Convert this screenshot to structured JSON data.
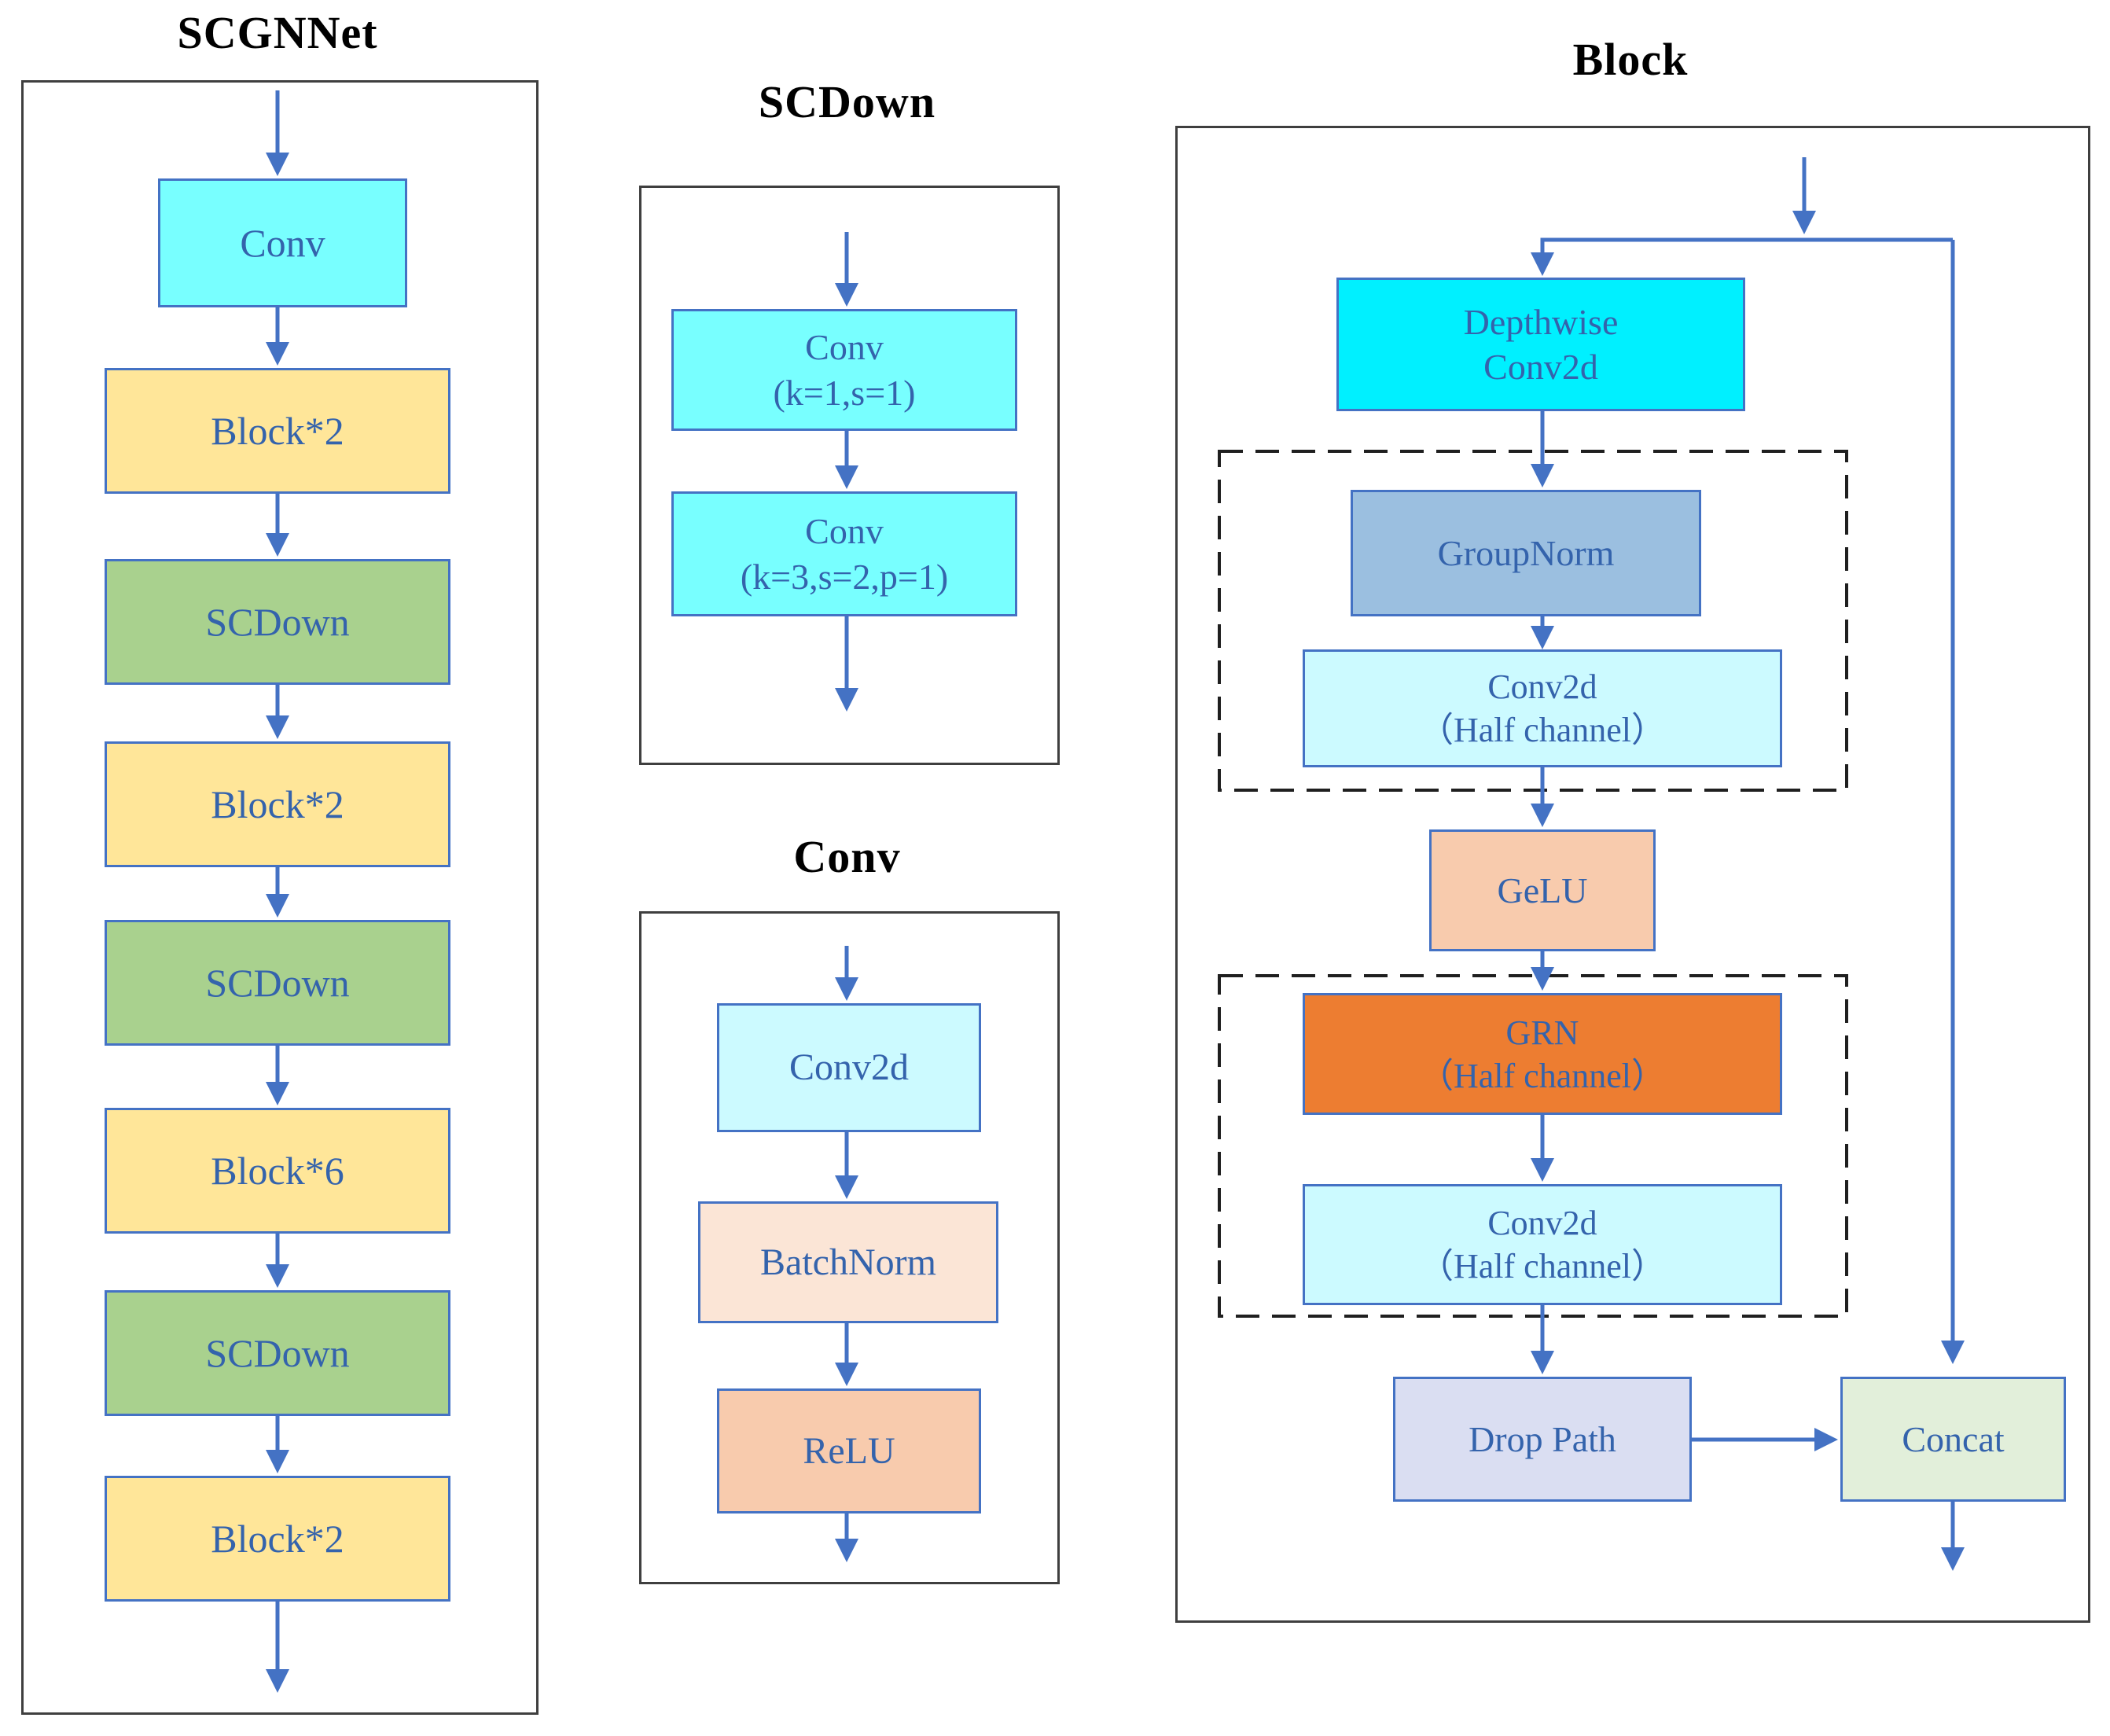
{
  "panels": {
    "scgnnet": {
      "title": "SCGNNet",
      "nodes": [
        {
          "label": "Conv"
        },
        {
          "label": "Block*2"
        },
        {
          "label": "SCDown"
        },
        {
          "label": "Block*2"
        },
        {
          "label": "SCDown"
        },
        {
          "label": "Block*6"
        },
        {
          "label": "SCDown"
        },
        {
          "label": "Block*2"
        }
      ]
    },
    "scdown": {
      "title": "SCDown",
      "nodes": [
        {
          "line1": "Conv",
          "line2": "(k=1,s=1)"
        },
        {
          "line1": "Conv",
          "line2": "(k=3,s=2,p=1)"
        }
      ]
    },
    "conv": {
      "title": "Conv",
      "nodes": [
        {
          "label": "Conv2d"
        },
        {
          "label": "BatchNorm"
        },
        {
          "label": "ReLU"
        }
      ]
    },
    "block": {
      "title": "Block",
      "nodes": {
        "depthwise": {
          "line1": "Depthwise",
          "line2": "Conv2d"
        },
        "groupnorm": {
          "label": "GroupNorm"
        },
        "conv2d_half_1": {
          "line1": "Conv2d",
          "line2": "（Half channel）"
        },
        "gelu": {
          "label": "GeLU"
        },
        "grn": {
          "line1": "GRN",
          "line2": "（Half channel）"
        },
        "conv2d_half_2": {
          "line1": "Conv2d",
          "line2": "（Half channel）"
        },
        "drop_path": {
          "label": "Drop Path"
        },
        "concat": {
          "label": "Concat"
        }
      }
    }
  },
  "colors": {
    "arrow_and_border": "#4472C4",
    "label_text": "#3463AC",
    "title_text": "#000000",
    "panel_border": "#3f3f3f",
    "dashed_border": "#1f1f1f",
    "cyan_bright": "#78FFFF",
    "cyan_electric": "#00F0FF",
    "cyan_pale": "#CCFAFF",
    "yellow": "#FFE699",
    "green": "#A9D18E",
    "steel_blue": "#9BBFE0",
    "peach_light": "#FBE5D6",
    "peach": "#F8CBAD",
    "orange": "#ED7D31",
    "lavender": "#DADEF2",
    "light_green": "#E2EFDA"
  }
}
